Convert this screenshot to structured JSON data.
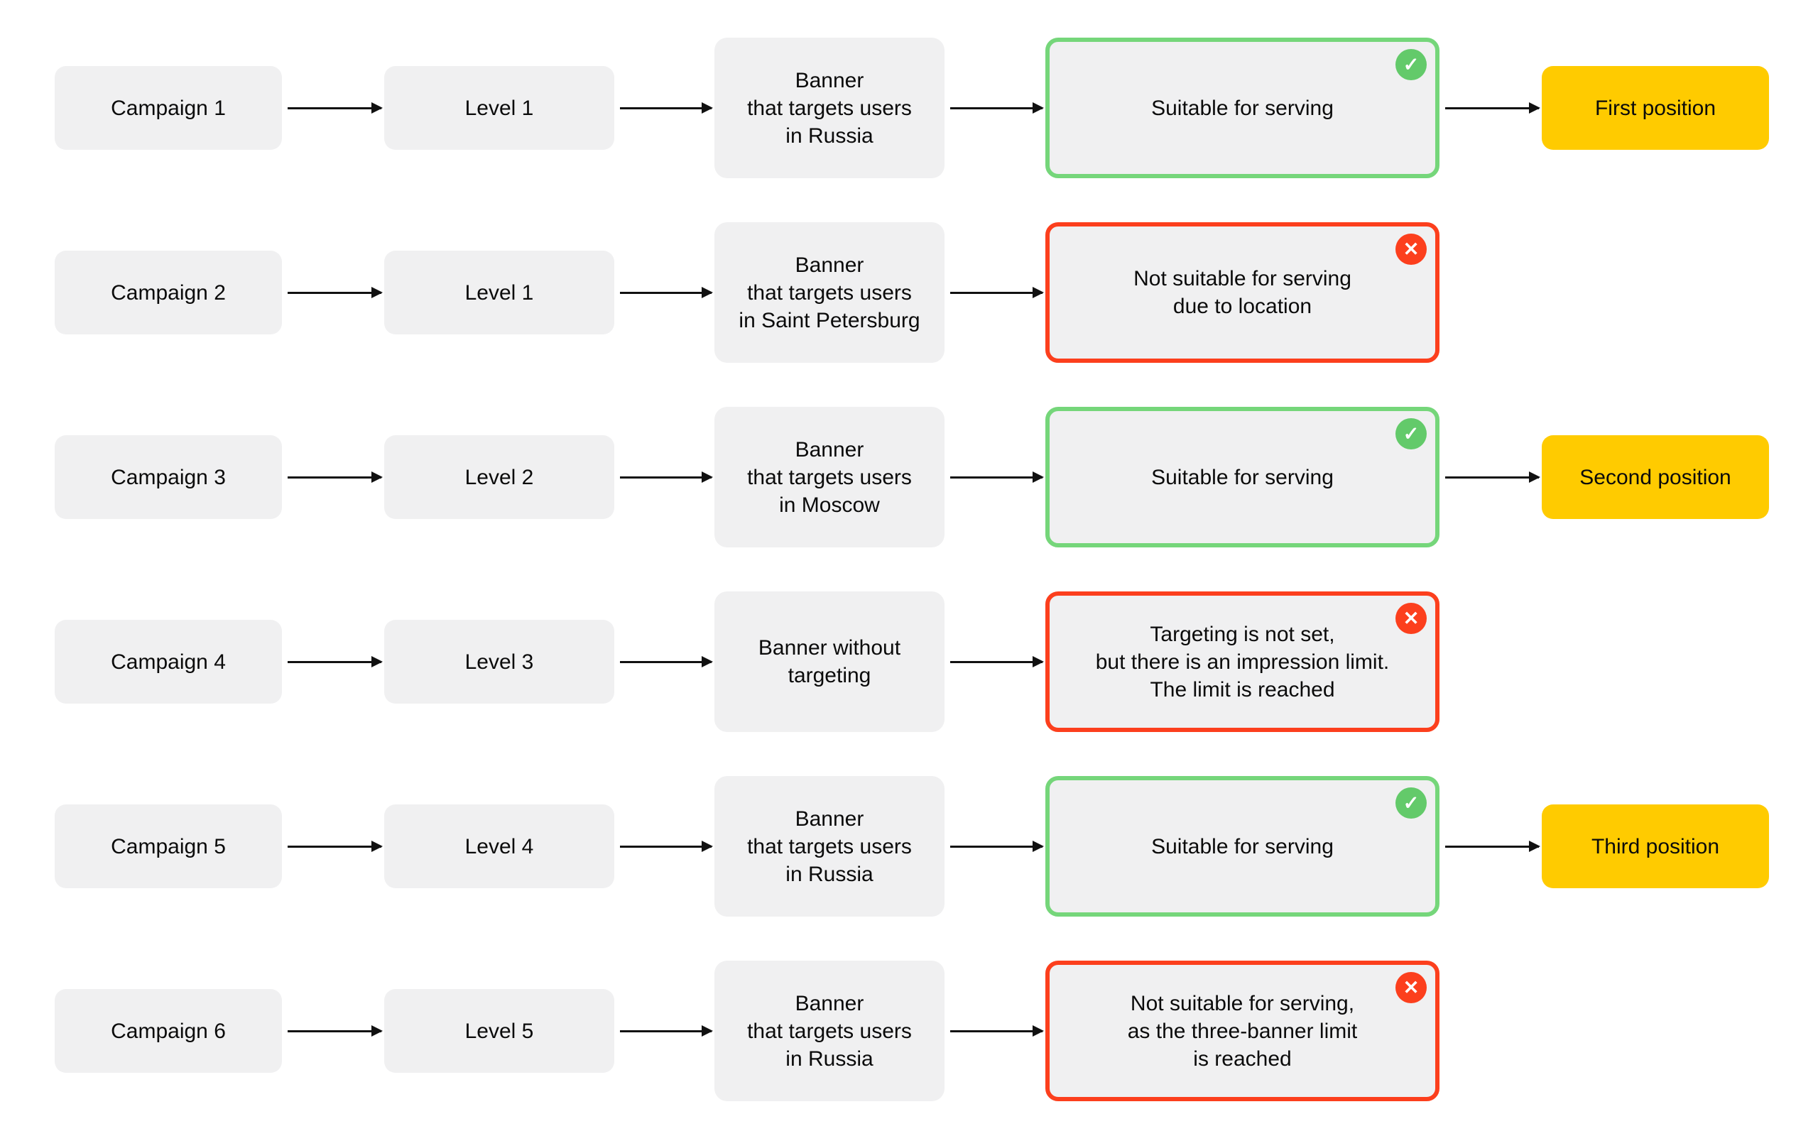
{
  "colors": {
    "box_bg": "#F0F0F1",
    "ok_border": "#75D67A",
    "ok_icon_bg": "#63CA6A",
    "fail": "#FC3F1D",
    "position_bg": "#FFCB00",
    "arrow": "#111111",
    "text": "#0B0B0B"
  },
  "rows": [
    {
      "campaign": "Campaign 1",
      "level": "Level 1",
      "banner": "Banner\nthat targets users\nin Russia",
      "status": {
        "text": "Suitable for serving",
        "ok": true,
        "icon": "check-icon",
        "icon_glyph": "✓"
      },
      "position": "First position"
    },
    {
      "campaign": "Campaign 2",
      "level": "Level 1",
      "banner": "Banner\nthat targets users\nin Saint Petersburg",
      "status": {
        "text": "Not suitable for serving\ndue to location",
        "ok": false,
        "icon": "cross-icon",
        "icon_glyph": "✕"
      },
      "position": null
    },
    {
      "campaign": "Campaign 3",
      "level": "Level 2",
      "banner": "Banner\nthat targets users\nin Moscow",
      "status": {
        "text": "Suitable for serving",
        "ok": true,
        "icon": "check-icon",
        "icon_glyph": "✓"
      },
      "position": "Second position"
    },
    {
      "campaign": "Campaign 4",
      "level": "Level 3",
      "banner": "Banner without\ntargeting",
      "status": {
        "text": "Targeting is not set,\nbut there is an impression limit.\nThe limit is reached",
        "ok": false,
        "icon": "cross-icon",
        "icon_glyph": "✕"
      },
      "position": null
    },
    {
      "campaign": "Campaign 5",
      "level": "Level 4",
      "banner": "Banner\nthat targets users\nin Russia",
      "status": {
        "text": "Suitable for serving",
        "ok": true,
        "icon": "check-icon",
        "icon_glyph": "✓"
      },
      "position": "Third position"
    },
    {
      "campaign": "Campaign 6",
      "level": "Level 5",
      "banner": "Banner\nthat targets users\nin Russia",
      "status": {
        "text": "Not suitable for serving,\nas the three-banner limit\nis reached",
        "ok": false,
        "icon": "cross-icon",
        "icon_glyph": "✕"
      },
      "position": null
    }
  ]
}
